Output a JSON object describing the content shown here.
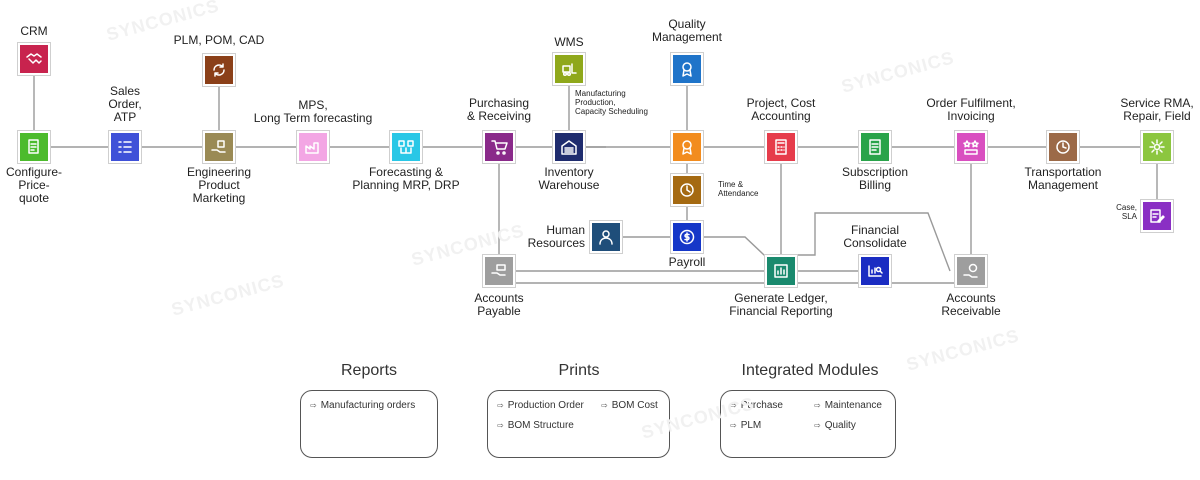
{
  "watermark": "SYNCONICS",
  "nodes": [
    {
      "id": "crm",
      "labels": [
        "CRM"
      ],
      "color": "#c8234e",
      "icon": "handshake-icon"
    },
    {
      "id": "configure",
      "labels": [
        "Configure-",
        "Price-",
        "quote"
      ],
      "color": "#4cbb2c",
      "icon": "document-icon"
    },
    {
      "id": "sales",
      "labels": [
        "Sales",
        "Order,",
        "ATP"
      ],
      "color": "#3f51d8",
      "icon": "checklist-icon"
    },
    {
      "id": "plm",
      "labels": [
        "PLM, POM, CAD"
      ],
      "color": "#8b4019",
      "icon": "sync-icon"
    },
    {
      "id": "engineering",
      "labels": [
        "Engineering",
        "Product",
        "Marketing"
      ],
      "color": "#9a8a55",
      "icon": "hand-box-icon"
    },
    {
      "id": "mps",
      "labels": [
        "MPS,",
        "Long Term forecasting"
      ],
      "color": "#f3a6e4",
      "icon": "factory-icon"
    },
    {
      "id": "forecasting",
      "labels": [
        "Forecasting &",
        "Planning MRP, DRP"
      ],
      "color": "#29c7e6",
      "icon": "planning-icon"
    },
    {
      "id": "purchasing",
      "labels": [
        "Purchasing",
        "& Receiving"
      ],
      "color": "#8a2a8a",
      "icon": "cart-icon"
    },
    {
      "id": "wms",
      "labels": [
        "WMS"
      ],
      "color": "#8fa81b",
      "icon": "forklift-icon"
    },
    {
      "id": "manufacturing",
      "labels": [
        "Manufacturing",
        "Production,",
        "Capacity Scheduling"
      ],
      "color": "#0f8a95",
      "icon": "gear-icon"
    },
    {
      "id": "inventory",
      "labels": [
        "Inventory",
        "Warehouse"
      ],
      "color": "#1f2c6e",
      "icon": "warehouse-icon"
    },
    {
      "id": "quality",
      "labels": [
        "Quality",
        "Management"
      ],
      "color": "#1f74c9",
      "icon": "award-icon"
    },
    {
      "id": "qualityhub",
      "labels": [],
      "color": "#f28c1e",
      "icon": "award-icon"
    },
    {
      "id": "time",
      "labels": [
        "Time &",
        "Attendance"
      ],
      "color": "#a56a12",
      "icon": "clock-icon"
    },
    {
      "id": "hr",
      "labels": [
        "Human",
        "Resources"
      ],
      "color": "#1f4e7a",
      "icon": "person-icon"
    },
    {
      "id": "payroll",
      "labels": [
        "Payroll"
      ],
      "color": "#1537c8",
      "icon": "dollar-cycle-icon"
    },
    {
      "id": "project",
      "labels": [
        "Project, Cost",
        "Accounting"
      ],
      "color": "#e63c4b",
      "icon": "calculator-icon"
    },
    {
      "id": "ledger",
      "labels": [
        "Generate Ledger,",
        "Financial Reporting"
      ],
      "color": "#1a8a6e",
      "icon": "ledger-icon"
    },
    {
      "id": "subscription",
      "labels": [
        "Subscription",
        "Billing"
      ],
      "color": "#29a34a",
      "icon": "bill-icon"
    },
    {
      "id": "financial",
      "labels": [
        "Financial",
        "Consolidate"
      ],
      "color": "#1a2cc2",
      "icon": "chart-search-icon"
    },
    {
      "id": "order",
      "labels": [
        "Order Fulfilment,",
        "Invoicing"
      ],
      "color": "#d94fc0",
      "icon": "stars-icon"
    },
    {
      "id": "ap",
      "labels": [
        "Accounts",
        "Payable"
      ],
      "color": "#9e9e9e",
      "icon": "hand-cash-icon"
    },
    {
      "id": "ar",
      "labels": [
        "Accounts",
        "Receivable"
      ],
      "color": "#9e9e9e",
      "icon": "coin-hand-icon"
    },
    {
      "id": "transportation",
      "labels": [
        "Transportation",
        "Management"
      ],
      "color": "#9c6a48",
      "icon": "truck-clock-icon"
    },
    {
      "id": "service",
      "labels": [
        "Service RMA,",
        "Repair, Field"
      ],
      "color": "#8cc63f",
      "icon": "gear-icon"
    },
    {
      "id": "case",
      "labels": [
        "Case,",
        "SLA"
      ],
      "color": "#8a2fc4",
      "icon": "pen-doc-icon"
    }
  ],
  "sections": [
    {
      "title": "Reports",
      "items": [
        "Manufacturing orders"
      ]
    },
    {
      "title": "Prints",
      "items": [
        "Production Order",
        "BOM Cost",
        "BOM Structure"
      ]
    },
    {
      "title": "Integrated Modules",
      "items": [
        "Purchase",
        "Maintenance",
        "PLM",
        "Quality"
      ]
    }
  ]
}
